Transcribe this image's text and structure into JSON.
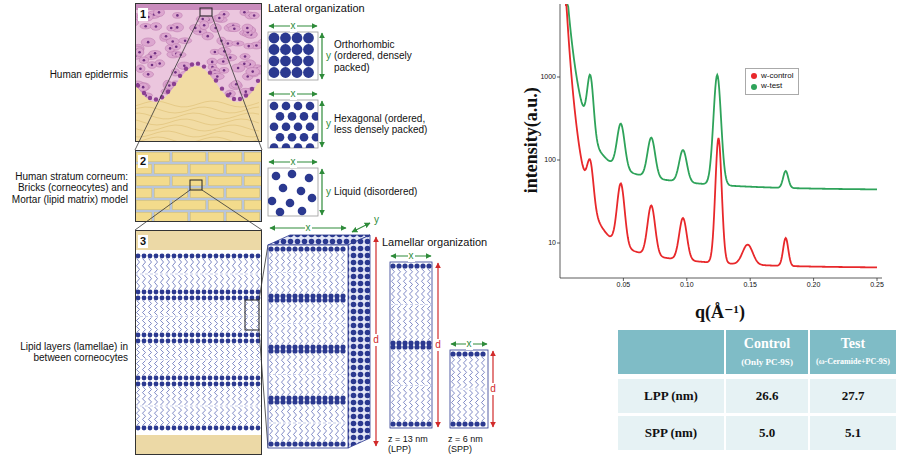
{
  "diagram": {
    "nodes": [
      {
        "text": [
          "1"
        ]
      },
      {
        "text": [
          "2"
        ]
      },
      {
        "text": [
          "3"
        ]
      }
    ],
    "edges": [
      {
        "from": 0,
        "to": 1,
        "arrow": "none"
      },
      {
        "from": 1,
        "to": 2,
        "arrow": "none"
      }
    ],
    "labels": [
      "Human epidermis",
      "Human stratum corneum: Bricks (corneocytes) and Mortar (lipid matrix) model",
      "Lipid layers (lamellae) in between corneocytes",
      "Lateral organization",
      "x",
      "y",
      "Orthorhombic (ordered, densely packed)",
      "x",
      "y",
      "Hexagonal (ordered, less densely packed)",
      "x",
      "y",
      "Liquid (disordered)",
      "x",
      "y",
      "d",
      "Lamellar organization",
      "x",
      "d",
      "x",
      "d",
      "z = 13 nm (LPP)",
      "z = 6 nm (SPP)",
      "intensity(a.u.)",
      "1000",
      "100",
      "10",
      "0.05",
      "0.10",
      "0.15",
      "0.20",
      "0.25",
      "q(Å⁻¹)",
      "Control",
      "(Only PC-9S)",
      "Test",
      "(ω-Ceramide+PC-9S)",
      "LPP (nm)",
      "26.6",
      "27.7",
      "SPP (nm)",
      "5.0",
      "5.1"
    ],
    "legend": [
      {
        "text": "w-control",
        "color": "#e8282b"
      },
      {
        "text": "w-test",
        "color": "#2ea35a"
      }
    ]
  }
}
